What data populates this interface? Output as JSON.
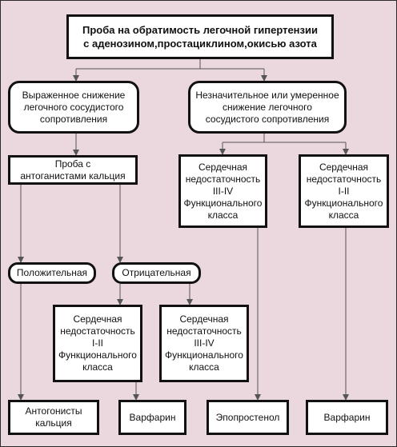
{
  "nodes": {
    "root": "Проба на обратимость легочной гипертензии\nс аденозином,простациклином,окисью азота",
    "severe": "Выраженное снижение\nлегочного сосудистого\nсопротивления",
    "mild": "Незначительное или умеренное\nснижение легочного\nсосудистого сопротивления",
    "ca_test": "Проба с\nантоганистами кальция",
    "hf_mid_34": "Сердечная\nнедостаточность\nIII-IV\nФункционального\nкласса",
    "hf_right_12": "Сердечная\nнедостаточность\nI-II\nФункционального\nкласса",
    "positive": "Положительная",
    "negative": "Отрицательная",
    "hf_left_12": "Сердечная\nнедостаточность\nI-II\nФункционального\nкласса",
    "hf_center_34": "Сердечная\nнедостаточность\nIII-IV\nФункционального\nкласса",
    "out_ca": "Антогонисты\nкальция",
    "out_warfarin_1": "Варфарин",
    "out_epoprostenol": "Эпопростенол",
    "out_warfarin_2": "Варфарин"
  },
  "colors": {
    "background": "#ead8de",
    "box_fill": "#ffffff",
    "stroke": "#111111",
    "connector": "#555555"
  }
}
